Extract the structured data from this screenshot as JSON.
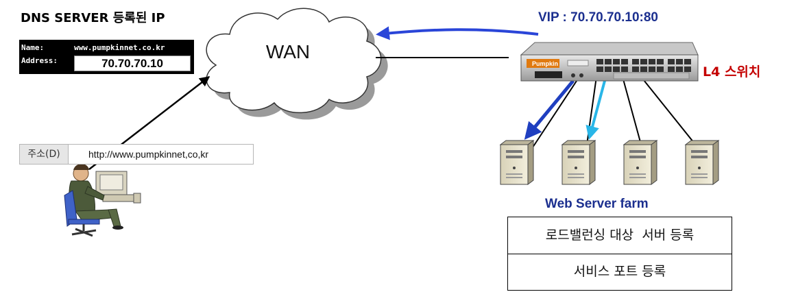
{
  "dns": {
    "title": "DNS SERVER 등록된 IP",
    "name_label": "Name:",
    "name_value": "www.pumpkinnet.co.kr",
    "address_label": "Address:",
    "address_value": "70.70.70.10"
  },
  "browser": {
    "address_label": "주소(D)",
    "url": "http://www.pumpkinnet,co,kr"
  },
  "cloud_label": "WAN",
  "switch": {
    "vip": "VIP : 70.70.70.10:80",
    "brand": "Pumpkin",
    "label": "L4 스위치"
  },
  "farm": {
    "title": "Web Server farm",
    "rows": [
      "로드밸런싱 대상  서버 등록",
      "서비스 포트 등록"
    ]
  },
  "colors": {
    "vip_arrow": "#2a45d8",
    "lb_arrow_primary": "#1f3fc0",
    "lb_arrow_secondary": "#29b6e8",
    "label_blue": "#1b2f8f",
    "label_red": "#c40000"
  }
}
